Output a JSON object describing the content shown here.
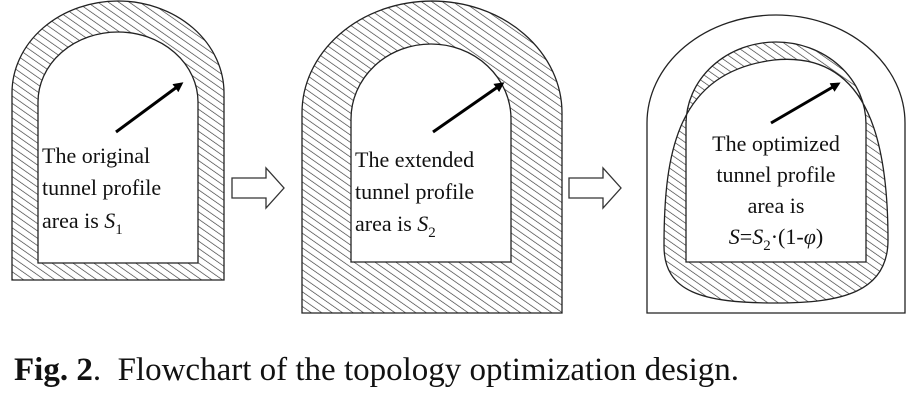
{
  "stages": [
    {
      "line1": "The original",
      "line2": "tunnel profile",
      "line3_prefix": "area is ",
      "symbol": "S",
      "sub": "1"
    },
    {
      "line1": "The extended",
      "line2": "tunnel profile",
      "line3_prefix": "area is ",
      "symbol": "S",
      "sub": "2"
    },
    {
      "line1": "The optimized",
      "line2": "tunnel profile",
      "line3": "area is",
      "formula_lhs": "S",
      "formula_eq": "=",
      "formula_s": "S",
      "formula_sub": "2",
      "formula_rest": "·(1-",
      "formula_phi": "φ",
      "formula_close": ")"
    }
  ],
  "caption": {
    "label": "Fig. 2",
    "sep": ".",
    "text": "Flowchart of the topology optimization design."
  }
}
